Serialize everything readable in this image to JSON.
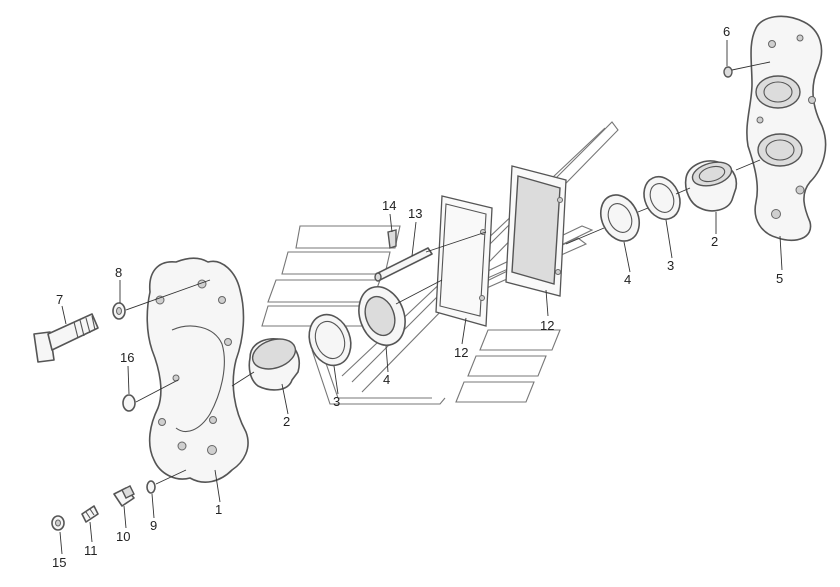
{
  "callouts": {
    "p1": "1",
    "p2_left": "2",
    "p2_right": "2",
    "p3_left": "3",
    "p3_right": "3",
    "p4_left": "4",
    "p4_right": "4",
    "p5": "5",
    "p6": "6",
    "p7": "7",
    "p8": "8",
    "p9": "9",
    "p10": "10",
    "p11": "11",
    "p12_left": "12",
    "p12_right": "12",
    "p13": "13",
    "p14": "14",
    "p15": "15",
    "p16": "16"
  }
}
